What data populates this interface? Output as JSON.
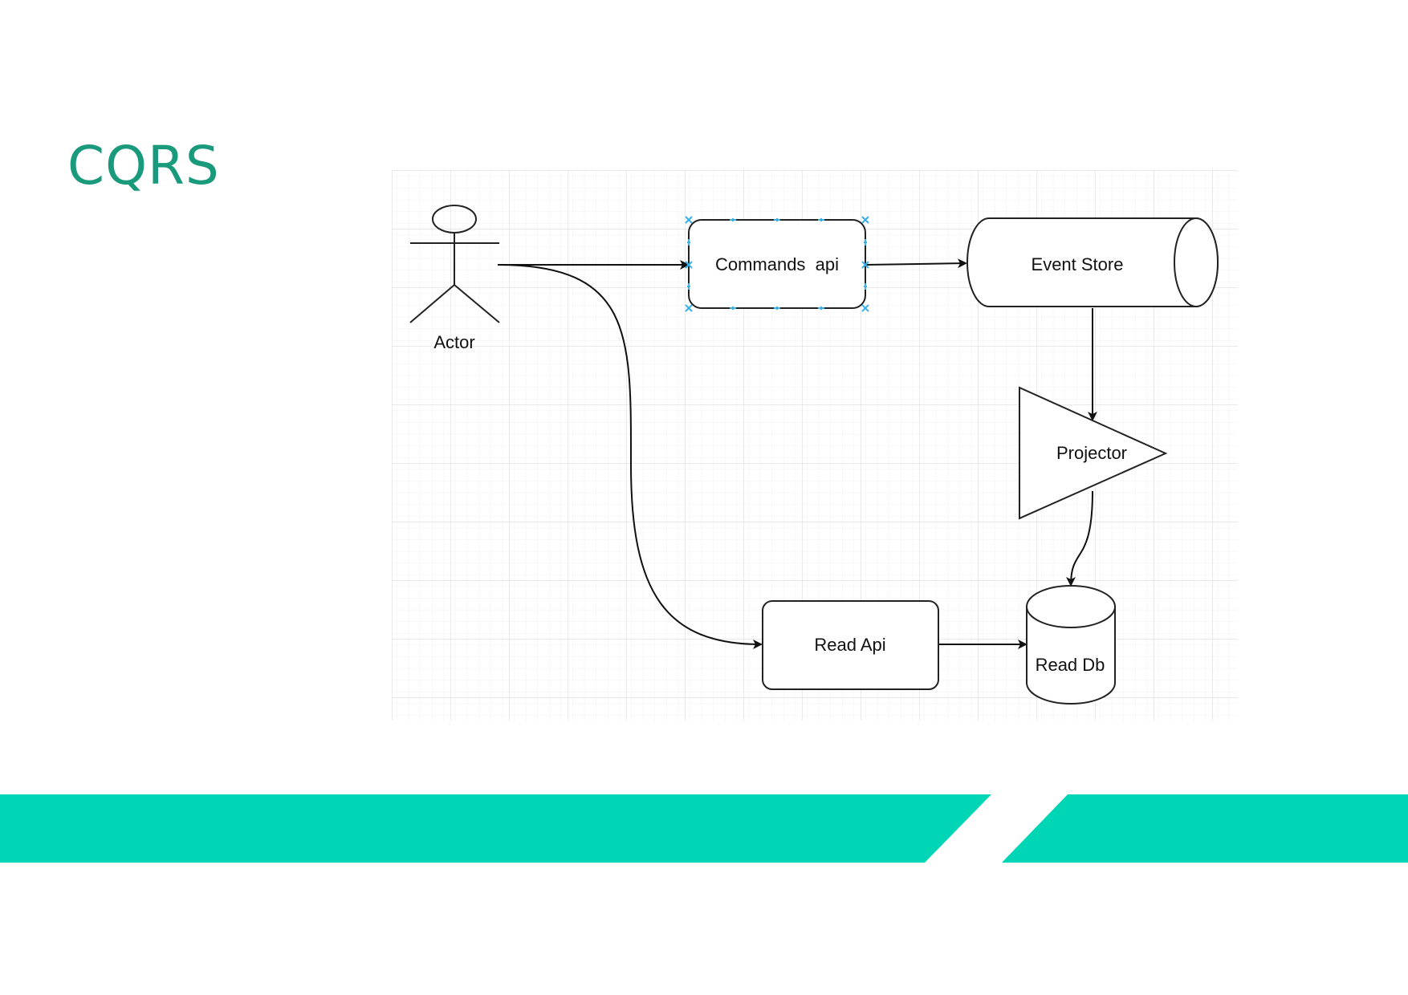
{
  "slide": {
    "title": "CQRS"
  },
  "diagram": {
    "nodes": {
      "actor": {
        "label": "Actor",
        "shape": "stick-figure"
      },
      "commands_api": {
        "label": "Commands  api",
        "shape": "rounded-rectangle",
        "selected": true
      },
      "event_store": {
        "label": "Event Store",
        "shape": "horizontal-cylinder"
      },
      "projector": {
        "label": "Projector",
        "shape": "triangle"
      },
      "read_api": {
        "label": "Read Api",
        "shape": "rounded-rectangle"
      },
      "read_db": {
        "label": "Read Db",
        "shape": "database-cylinder"
      }
    },
    "edges": [
      {
        "from": "actor",
        "to": "commands_api"
      },
      {
        "from": "commands_api",
        "to": "event_store"
      },
      {
        "from": "event_store",
        "to": "projector"
      },
      {
        "from": "projector",
        "to": "read_db"
      },
      {
        "from": "actor",
        "to": "read_api"
      },
      {
        "from": "read_api",
        "to": "read_db"
      }
    ],
    "background": "grid"
  },
  "colors": {
    "title": "#1a9a7c",
    "band": "#00d6b5",
    "grid_line": "#e6e6e6",
    "stroke": "#222222",
    "selection_handle": "#3ab0e6"
  }
}
